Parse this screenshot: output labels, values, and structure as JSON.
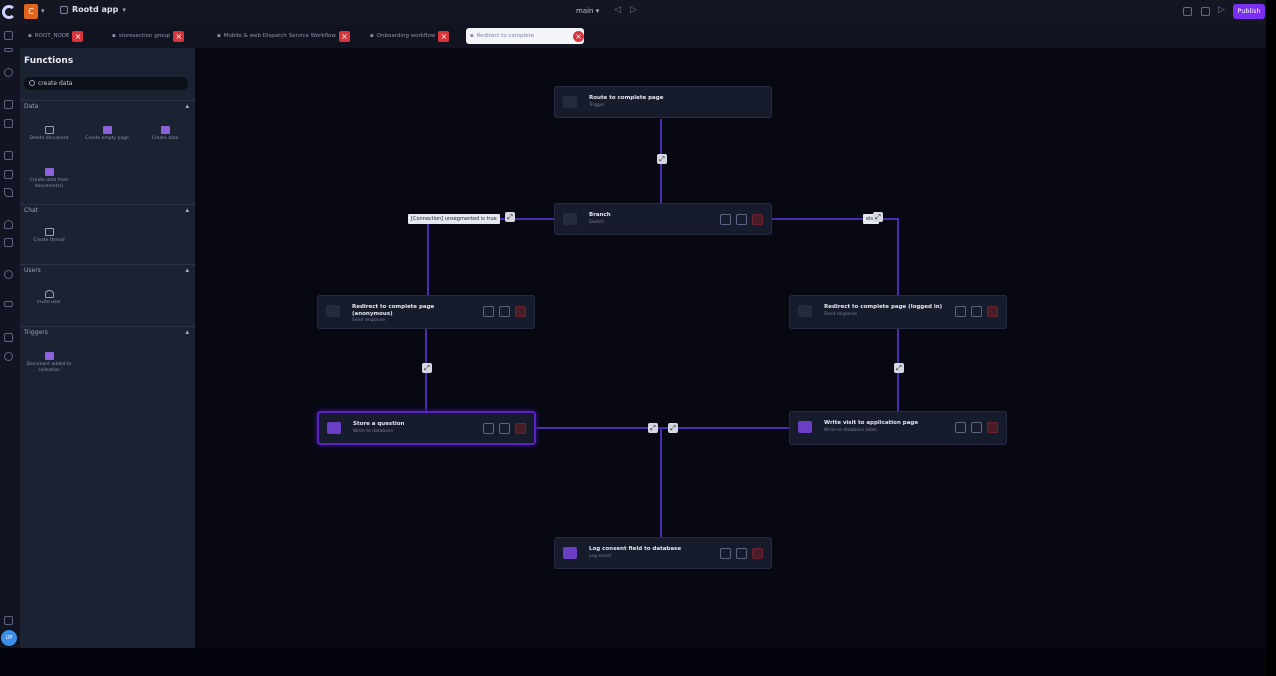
{
  "topbar": {
    "app_name": "Rootd app",
    "org_initial": "C",
    "branch": "main",
    "publish_label": "Publish"
  },
  "tabs": [
    {
      "label": "ROOT_NODE"
    },
    {
      "label": "storesection group"
    },
    {
      "label": "Mobile & web Dispatch Service Workflow"
    },
    {
      "label": "Onboarding workflow"
    },
    {
      "label": "Redirect to complete"
    }
  ],
  "panel": {
    "title": "Functions",
    "search_value": "create data",
    "sections": [
      {
        "label": "Data",
        "items": [
          "Delete document",
          "Create empty page",
          "Create data"
        ],
        "extra": "Create data from document(s)"
      },
      {
        "label": "Chat",
        "items": [
          "Create thread"
        ]
      },
      {
        "label": "Users",
        "items": [
          "Invite user"
        ]
      },
      {
        "label": "Triggers",
        "items": [
          "Document added to collection"
        ]
      }
    ]
  },
  "user": {
    "initials": "UP"
  },
  "canvas": {
    "nodes": [
      {
        "title": "Route to complete page",
        "subtitle": "Trigger"
      },
      {
        "title": "Branch",
        "subtitle": "Switch"
      },
      {
        "title": "Redirect to complete page (anonymous)",
        "subtitle": "Send response"
      },
      {
        "title": "Redirect to complete page (logged in)",
        "subtitle": "Send response"
      },
      {
        "title": "Store a question",
        "subtitle": "Write to database"
      },
      {
        "title": "Write visit to application page",
        "subtitle": "Write to database table"
      },
      {
        "title": "Log consent field to database",
        "subtitle": "Log event"
      }
    ],
    "chips": [
      {
        "label": "[Connection] unsegmented is true"
      },
      {
        "label": "else"
      }
    ],
    "colors": {
      "wire": "#4b2bb0",
      "selected": "#5a22c4",
      "accent": "#7b2ff2"
    }
  }
}
